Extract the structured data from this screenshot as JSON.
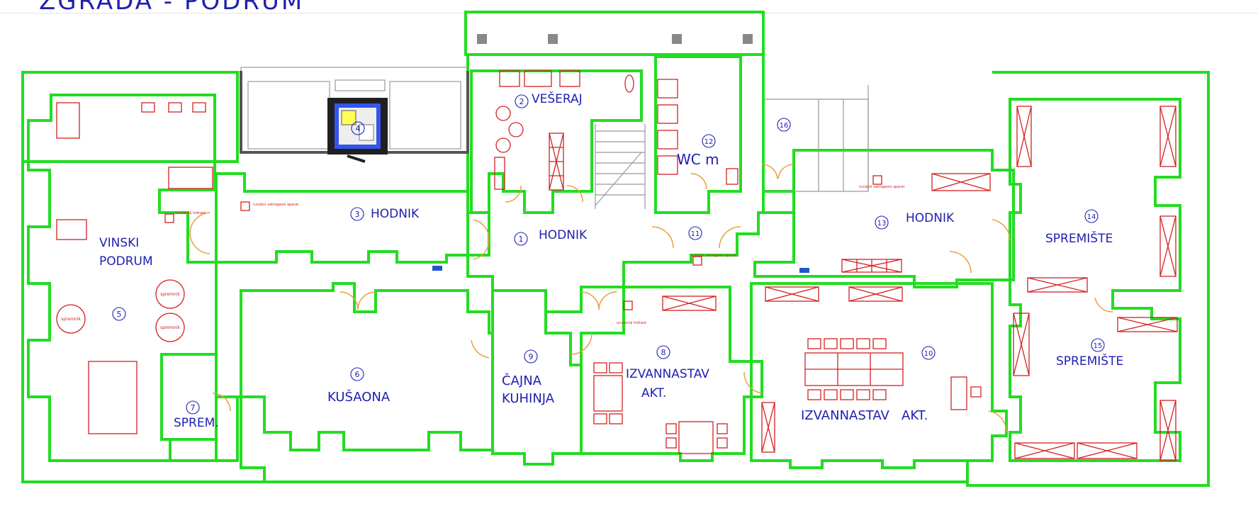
{
  "plan": {
    "title": "ZGRADA - PODRUM",
    "colors": {
      "wall": "#22dd22",
      "label": "#1f1fb0",
      "equipment": "#d42020",
      "door": "#e8a040",
      "outline": "#999999"
    },
    "rooms": [
      {
        "num": "1",
        "name": "HODNIK"
      },
      {
        "num": "2",
        "name": "VEŠERAJ"
      },
      {
        "num": "3",
        "name": "HODNIK"
      },
      {
        "num": "4",
        "name": ""
      },
      {
        "num": "5",
        "name": "VINSKI PODRUM",
        "line1": "VINSKI",
        "line2": "PODRUM"
      },
      {
        "num": "6",
        "name": "KUŠAONA"
      },
      {
        "num": "7",
        "name": "SPREM."
      },
      {
        "num": "8",
        "name": "IZVANNASTAV AKT.",
        "line1": "IZVANNASTAV",
        "line2": "AKT."
      },
      {
        "num": "9",
        "name": "ČAJNA KUHINJA",
        "line1": "ČAJNA",
        "line2": "KUHINJA"
      },
      {
        "num": "10",
        "name": "IZVANNASTAV   AKT."
      },
      {
        "num": "11",
        "name": ""
      },
      {
        "num": "12",
        "name": "WC m"
      },
      {
        "num": "13",
        "name": "HODNIK"
      },
      {
        "num": "14",
        "name": "SPREMIŠTE"
      },
      {
        "num": "15",
        "name": "SPREMIŠTE"
      },
      {
        "num": "16",
        "name": ""
      }
    ],
    "barrels": [
      "spremnik",
      "spremnik",
      "spremnik"
    ],
    "notes": {
      "extinguisher": "ručaljni vatrogasni aparat",
      "hydrant": "unutarnji hidrant"
    }
  }
}
